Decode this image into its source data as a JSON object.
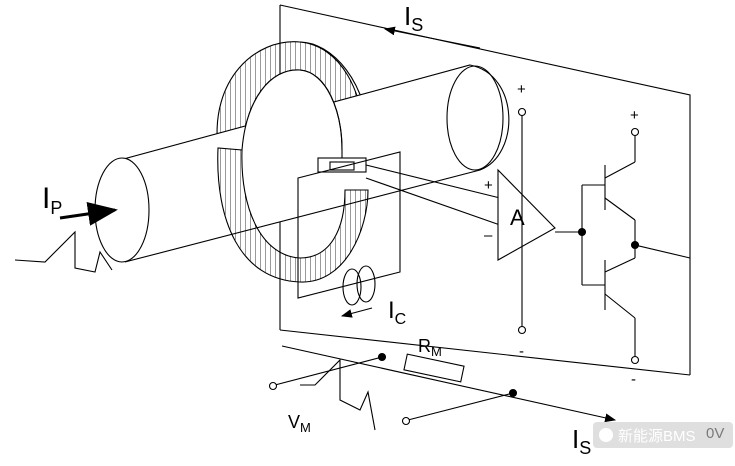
{
  "labels": {
    "is_top": {
      "main": "I",
      "sub": "S"
    },
    "is_bottom": {
      "main": "I",
      "sub": "S"
    },
    "ip": {
      "main": "I",
      "sub": "P"
    },
    "ic": {
      "main": "I",
      "sub": "C"
    },
    "rm": {
      "main": "R",
      "sub": "M"
    },
    "vm": {
      "main": "V",
      "sub": "M"
    },
    "amp": "A",
    "ov": "0V",
    "plus_amp": "+",
    "minus_amp": "–",
    "plus_supply_left": "+",
    "minus_supply_left": "-",
    "plus_supply_right": "+",
    "minus_supply_right": "-"
  },
  "watermark": {
    "text": "新能源BMS",
    "icon": "wechat-bubble-icon"
  },
  "colors": {
    "ink": "#000000",
    "paper": "#ffffff",
    "watermark": "#ffffff"
  }
}
